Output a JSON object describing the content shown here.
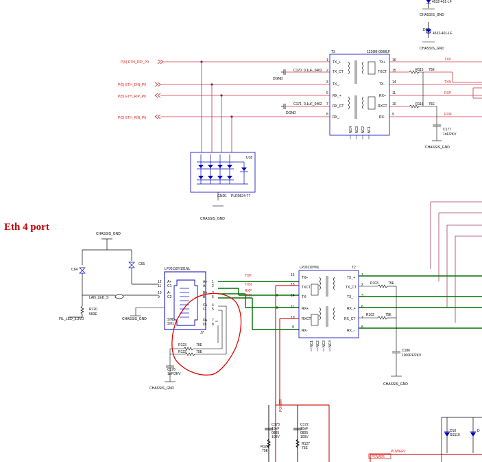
{
  "title": "Eth 4 port",
  "nets": {
    "eth_dip": "P(5)  ETH_DIP_P0",
    "eth_din": "P(5)  ETH_DIN_P0",
    "eth_rip": "P(5)  ETH_RIP_P0",
    "eth_rin": "P(5)  ETH_RIN_P0",
    "txp": "TXP",
    "txn": "TXN",
    "rxp": "RXP",
    "rxn": "RXN",
    "lan_led": "LAN_LED_S",
    "fil_led": "FIL_LED_3.3VD",
    "power": "POWER",
    "power2": "POWER2"
  },
  "top": {
    "diode_top": "4532-401-LF",
    "diode_d9_ref": "D9",
    "diode_d9": "4532-401-LF",
    "chassis1": "CHASSIS_GND",
    "chassis2": "CHASSIS_GND",
    "t3_ref": "T3",
    "t3_part": "1216M-0008LF",
    "c170": "C170",
    "c170_val": "0.1uF_0402",
    "c171": "C171",
    "c171_val": "0.1uF_0402",
    "dgnd1": "DGND",
    "dgnd2": "DGND",
    "t3_pins_left": [
      "TX_+",
      "TX_CT",
      "TX_-",
      "RX_+",
      "RX_CT",
      "RX_-"
    ],
    "t3_pins_right": [
      "TX+",
      "TXCT",
      "TX-",
      "RX+",
      "RXCT",
      "RX-"
    ],
    "t3_nums_left": [
      "1",
      "2",
      "3",
      "6",
      "7",
      "8"
    ],
    "t3_nums_right": [
      "16",
      "15",
      "14",
      "11",
      "10",
      "9"
    ],
    "t3_nc": [
      "NC4",
      "NC3",
      "NC2",
      "NC1"
    ],
    "r115": "R115",
    "r115_val": "75E",
    "r116": "R116",
    "r116_val": "75E",
    "c177": "C177",
    "c177_val": "1nF/2KV",
    "chassis3": "CHASSIS_GND",
    "u18_ref": "U18",
    "u18_part": "PLR0524-T7",
    "u18_gnd": "GND1",
    "chassis4": "CHASSIS_GND"
  },
  "bottom": {
    "chassis_left": "CHASSIS_GND",
    "c64": "C64",
    "c65": "C65",
    "r120": "R120",
    "r120_val": "560E",
    "chassis_mid": "CHASSIS_GND",
    "j_part": "LPJ0110Y101NL",
    "j_ref": "J7",
    "j_pins_left": [
      "A+",
      "C1",
      "A-",
      "C2",
      "SHD",
      "SH1"
    ],
    "j_pins_right": [
      "A+",
      "A-",
      "B+",
      "B-",
      "C+",
      "C-",
      "D+",
      "D-"
    ],
    "j_nums_left": [
      "12",
      "11",
      "10",
      "9"
    ],
    "j_nums_right": [
      "1",
      "2",
      "3",
      "6",
      "4",
      "5",
      "7",
      "8"
    ],
    "r123": "R123",
    "r123_val": "75E",
    "r122": "R122",
    "r122_val": "75E",
    "c176": "C176",
    "c176_val": "1nF/2KV",
    "chassis_bot": "CHASSIS_GND",
    "t2_part": "LPJ0110YNL",
    "t2_ref": "T2",
    "t2_pins_left": [
      "TX+",
      "TXCT",
      "TX-",
      "RX+",
      "RXCT",
      "RX-"
    ],
    "t2_pins_right": [
      "TX_+",
      "TX_CT",
      "TX_-",
      "RX_+",
      "RX_CT",
      "RX_-"
    ],
    "t2_nums_left": [
      "16",
      "15",
      "14",
      "11",
      "10",
      "9"
    ],
    "t2_nums_right": [
      "1",
      "2",
      "3",
      "6",
      "7",
      "8"
    ],
    "t2_nc": [
      "NC1",
      "NC2",
      "NC3",
      "NC4"
    ],
    "r103": "R103",
    "r103_val": "75E",
    "r102": "R102",
    "r102_val": "75E",
    "c186": "C186",
    "c186_val": "1000PF/2KV",
    "chassis_right": "CHASSIS_GND",
    "c173": "C173",
    "c173_vals": [
      "10nF",
      "0805",
      "100V"
    ],
    "c172": "C172",
    "c172_vals": [
      "10nF",
      "0805",
      "100V"
    ],
    "r126": "R126",
    "r126_val": "75E",
    "r127": "R127",
    "r127_val": "75E",
    "d10": "D10",
    "d10_val": "SS110",
    "d11": "D"
  }
}
